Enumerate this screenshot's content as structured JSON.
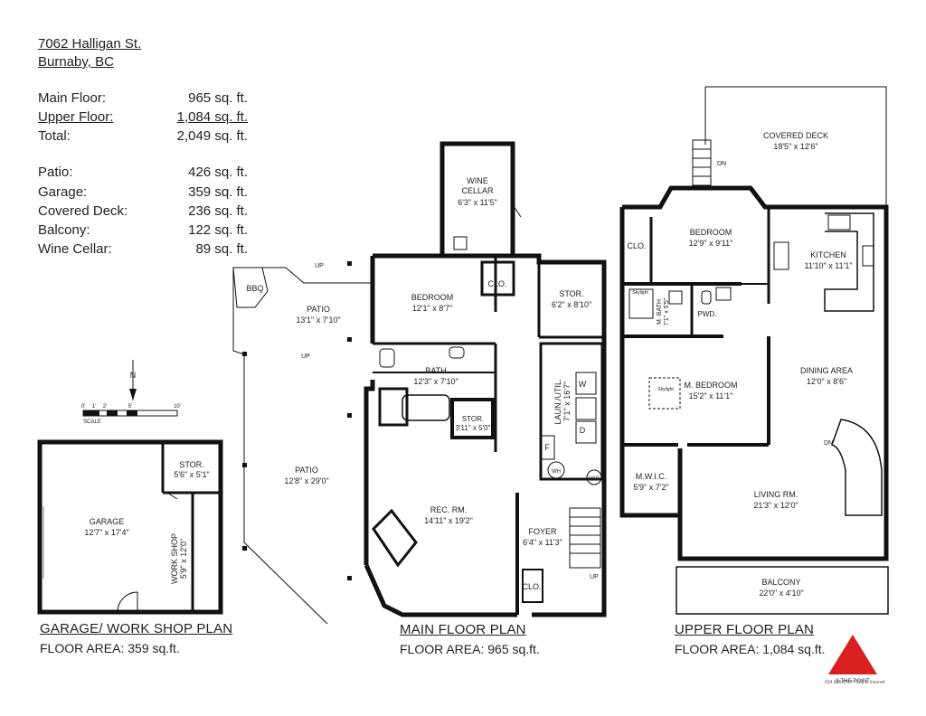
{
  "header": {
    "address_line1": "7062 Halligan St.",
    "address_line2": "Burnaby, BC"
  },
  "areas": [
    {
      "label": "Main Floor:",
      "value": "965 sq. ft."
    },
    {
      "label": "Upper Floor:",
      "value": "1,084 sq. ft."
    },
    {
      "label": "Total:",
      "value": "2,049 sq. ft."
    },
    {
      "label": "Patio:",
      "value": "426 sq. ft."
    },
    {
      "label": "Garage:",
      "value": "359 sq. ft."
    },
    {
      "label": "Covered Deck:",
      "value": "236 sq. ft."
    },
    {
      "label": "Balcony:",
      "value": "122 sq. ft."
    },
    {
      "label": "Wine Cellar:",
      "value": "89 sq. ft."
    }
  ],
  "plans": {
    "garage": {
      "title": "GARAGE/ WORK SHOP PLAN",
      "area": "FLOOR AREA: 359 sq.ft."
    },
    "main": {
      "title": "MAIN FLOOR PLAN",
      "area": "FLOOR AREA: 965 sq.ft."
    },
    "upper": {
      "title": "UPPER FLOOR PLAN",
      "area": "FLOOR AREA: 1,084 sq.ft."
    }
  },
  "rooms": {
    "wine_cellar": {
      "name": "WINE",
      "name2": "CELLAR",
      "dim": "6'3\" x 11'5\""
    },
    "bedroom_main": {
      "name": "BEDROOM",
      "dim": "12'1\" x 8'7\""
    },
    "clo_main": {
      "name": "CLO."
    },
    "stor_main": {
      "name": "STOR.",
      "dim": "6'2\" x 8'10\""
    },
    "patio_top": {
      "name": "PATIO",
      "dim": "13'1\" x 7'10\""
    },
    "bbq": {
      "name": "BBQ"
    },
    "bath_main": {
      "name": "BATH",
      "dim": "12'3\" x 7'10\""
    },
    "stor_small": {
      "name": "STOR.",
      "dim": "3'11\" x 5'0\""
    },
    "laun": {
      "name": "LAUN./UTIL.",
      "dim": "7'1\" x 16'7\""
    },
    "patio_big": {
      "name": "PATIO",
      "dim": "12'8\" x 29'0\""
    },
    "rec_rm": {
      "name": "REC. RM.",
      "dim": "14'11\" x 19'2\""
    },
    "foyer": {
      "name": "FOYER",
      "dim": "6'4\" x 11'3\""
    },
    "clo_foyer": {
      "name": "CLO."
    },
    "garage": {
      "name": "GARAGE",
      "dim": "12'7\" x 17'4\""
    },
    "stor_garage": {
      "name": "STOR.",
      "dim": "5'6\" x 5'1\""
    },
    "work_shop": {
      "name": "WORK SHOP",
      "dim": "5'9\" x 12'0\""
    },
    "covered_deck": {
      "name": "COVERED DECK",
      "dim": "18'5\" x 12'6\""
    },
    "bedroom_upper": {
      "name": "BEDROOM",
      "dim": "12'9\" x 9'11\""
    },
    "clo_upper": {
      "name": "CLO."
    },
    "kitchen": {
      "name": "KITCHEN",
      "dim": "11'10\" x 11'1\""
    },
    "m_bath": {
      "name": "M. BATH",
      "dim": "7'1\" x 5'5\""
    },
    "pwd": {
      "name": "PWD."
    },
    "m_bedroom": {
      "name": "M. BEDROOM",
      "dim": "15'2\" x 11'1\""
    },
    "skylight1": {
      "name": "Skylight"
    },
    "skylight2": {
      "name": "Skylight"
    },
    "dining": {
      "name": "DINING AREA",
      "dim": "12'0\" x 8'6\""
    },
    "mwic": {
      "name": "M.W.I.C.",
      "dim": "5'9\" x 7'2\""
    },
    "living": {
      "name": "LIVING RM.",
      "dim": "21'3\" x 12'0\""
    },
    "balcony": {
      "name": "BALCONY",
      "dim": "22'0\" x 4'10\""
    }
  },
  "markers": {
    "up": "UP",
    "dn": "DN",
    "north": "N",
    "scale_label": "SCALE",
    "scale_ticks": [
      "0'",
      "1'",
      "2'",
      "5'",
      "10'"
    ],
    "w": "W",
    "d": "D",
    "f": "F",
    "wh": "WH",
    "vac": "VAC"
  },
  "logo": {
    "name": "2-THE-POINT",
    "sub1": "604.568.8744 - O & E Insured",
    "accent": "#d9201f"
  }
}
